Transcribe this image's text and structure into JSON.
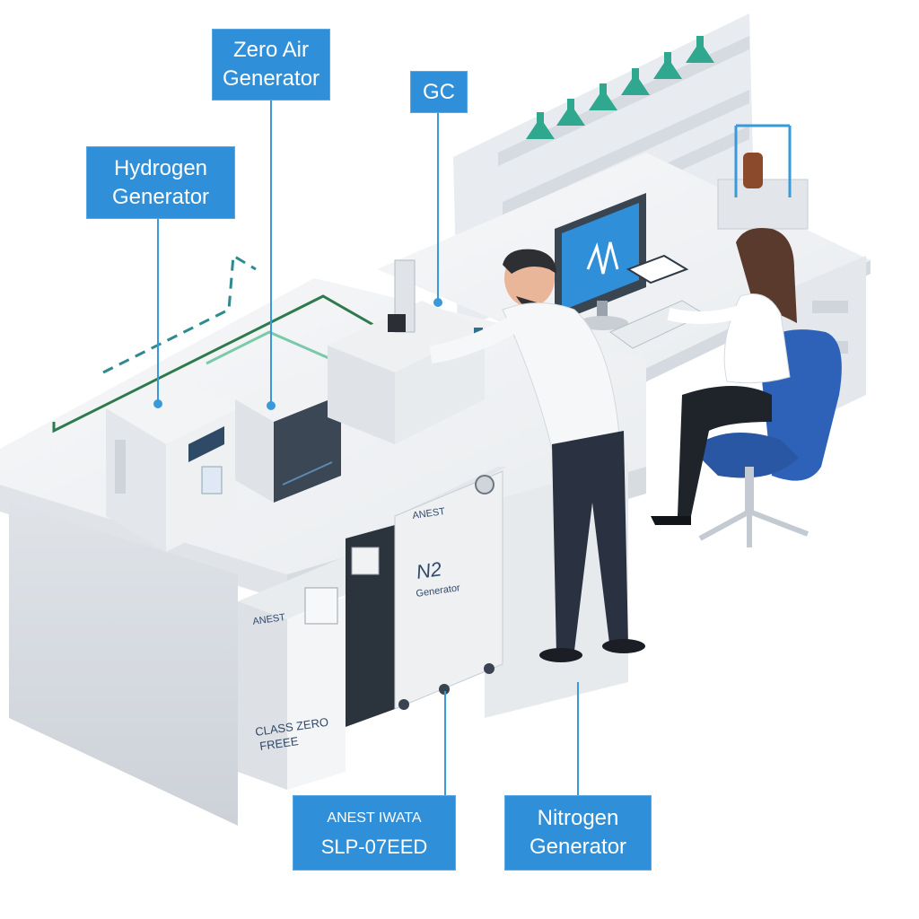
{
  "callouts": {
    "zero_air": {
      "line1": "Zero Air",
      "line2": "Generator"
    },
    "gc": {
      "line1": "GC"
    },
    "hydrogen": {
      "line1": "Hydrogen",
      "line2": "Generator"
    },
    "anest": {
      "line1": "ANEST IWATA",
      "line2": "SLP-07EED"
    },
    "nitrogen": {
      "line1": "Nitrogen",
      "line2": "Generator"
    }
  },
  "device_labels": {
    "cabinet_brand": "ANEST",
    "cabinet_model": "CLASS ZERO",
    "cabinet_model2": "FREEE",
    "n2_brand": "ANEST",
    "n2_symbol": "N2",
    "n2_caption": "Generator"
  },
  "colors": {
    "callout_blue": "#2f8fd8",
    "line_blue": "#3a9ad9",
    "glass_teal": "#2fa88f",
    "chair_blue": "#2d62b8",
    "bench_white": "#f1f3f5"
  }
}
